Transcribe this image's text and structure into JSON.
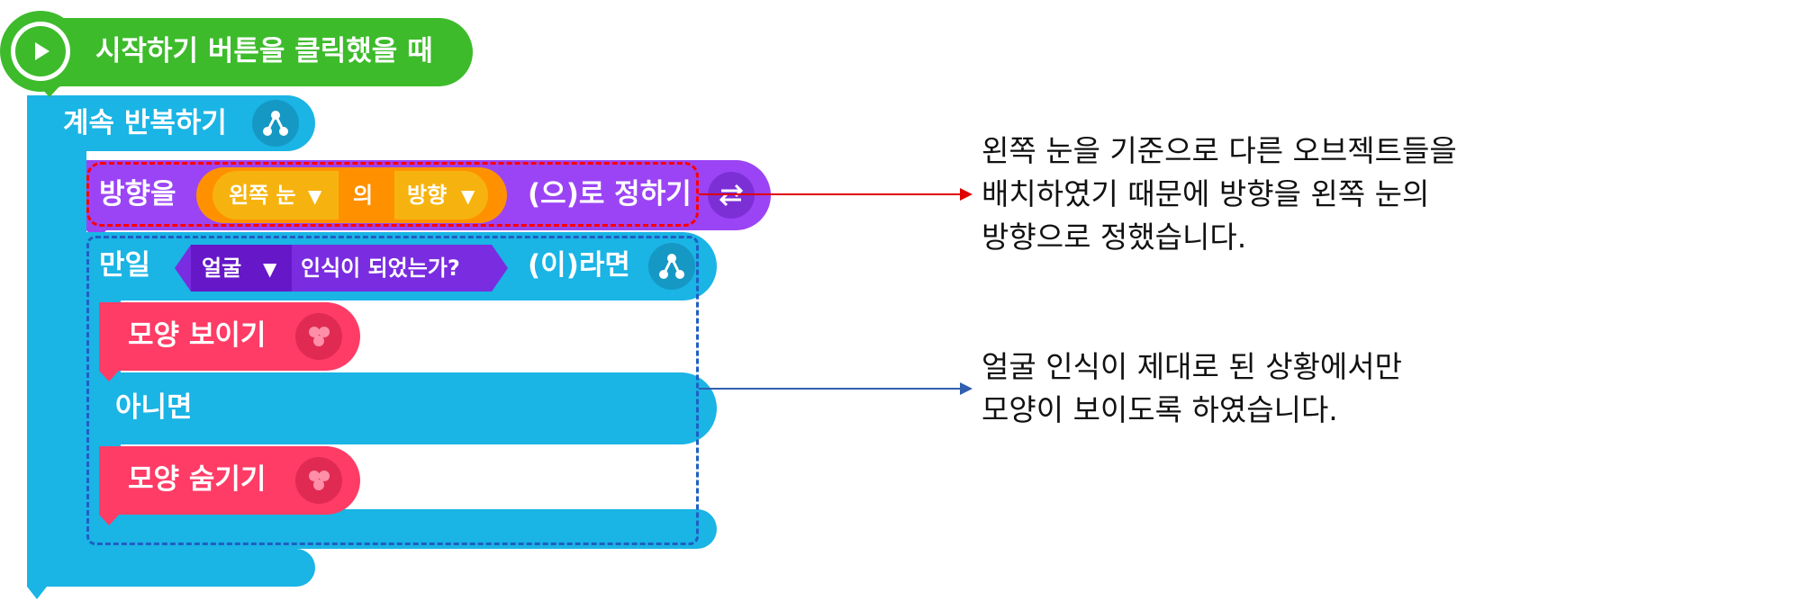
{
  "event_block": {
    "label": "시작하기 버튼을 클릭했을 때"
  },
  "repeat_block": {
    "label": "계속 반복하기"
  },
  "direction_block": {
    "prefix": "방향을",
    "object_option": "왼쪽 눈",
    "particle": "의",
    "property_option": "방향",
    "suffix": "(으)로 정하기"
  },
  "if_block": {
    "prefix": "만일",
    "condition_option": "얼굴",
    "condition_text": "인식이 되었는가?",
    "suffix": "(이)라면",
    "else_label": "아니면"
  },
  "looks_blocks": {
    "show_label": "모양 보이기",
    "hide_label": "모양 숨기기"
  },
  "annotations": {
    "red_note": [
      "왼쪽 눈을 기준으로 다른 오브젝트들을",
      "배치하였기 때문에 방향을 왼쪽 눈의",
      "방향으로 정했습니다."
    ],
    "blue_note": [
      "얼굴 인식이 제대로 된 상황에서만",
      "모양이 보이도록 하였습니다."
    ]
  },
  "colors": {
    "event_green": "#3dbb2b",
    "flow_blue": "#1ab4e5",
    "motion_purple": "#9b44f5",
    "dropdown_orange": "#ff9100",
    "looks_red": "#ff3c66",
    "ai_purple": "#7a2ce0",
    "highlight_red": "#ff0000",
    "highlight_blue": "#1f5fc4"
  }
}
